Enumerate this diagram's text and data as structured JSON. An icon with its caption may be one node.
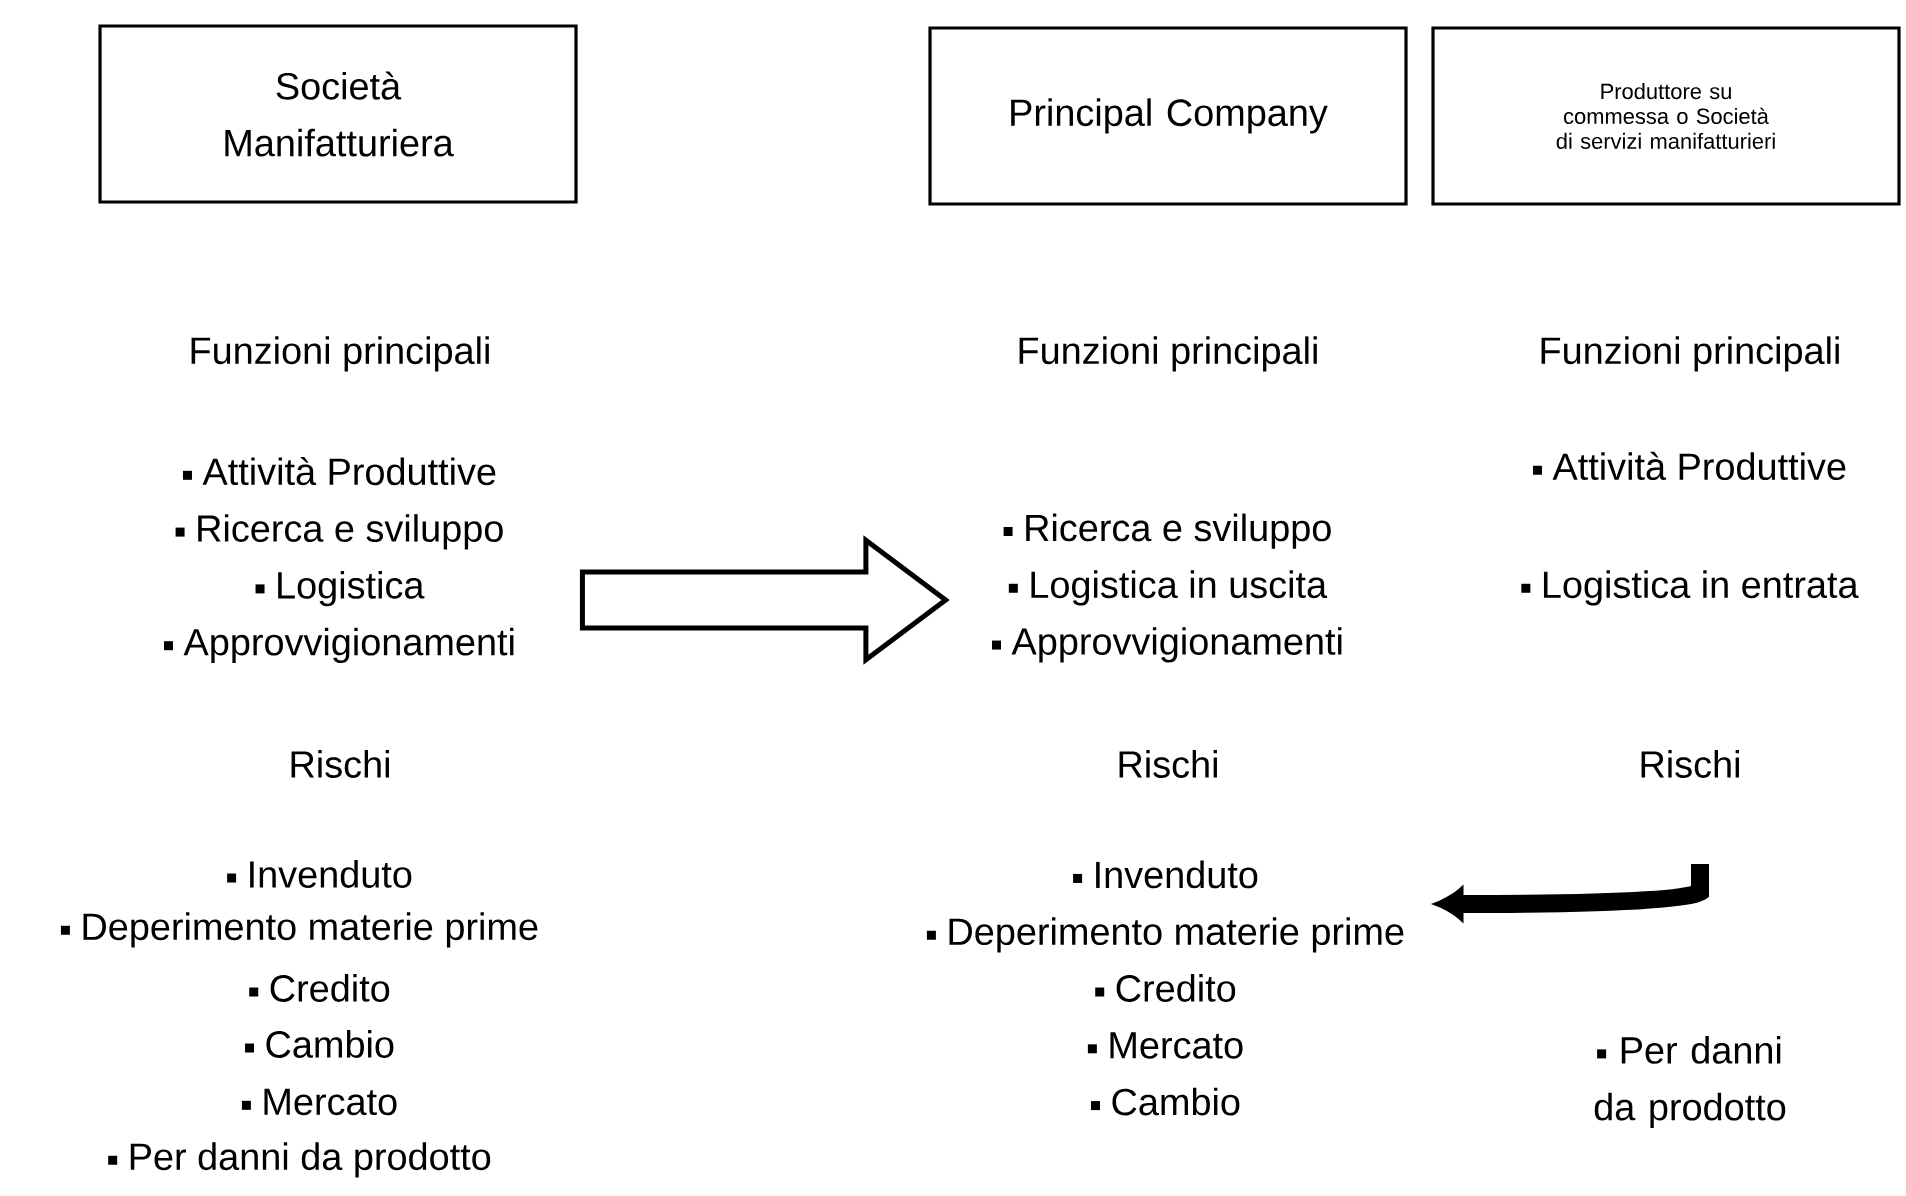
{
  "diagram": {
    "nodes": [
      {
        "text": [
          "Società Manifatturiera"
        ]
      },
      {
        "text": [
          "Principal Company"
        ]
      },
      {
        "text": [
          "Produttore su commessa o Società di servizi manifatturieri"
        ]
      },
      {
        "text": [
          "Attività Produttive",
          "Ricerca e sviluppo",
          "Logistica",
          "Approvvigionamenti"
        ]
      },
      {
        "text": [
          "Ricerca e sviluppo",
          "Logistica in uscita",
          "Approvvigionamenti"
        ]
      },
      {
        "text": [
          "Invenduto",
          "Deperimento materie prime",
          "Credito",
          "Mercato",
          "Cambio"
        ]
      },
      {
        "text": [
          "Per danni da prodotto"
        ]
      }
    ],
    "edges": [
      {
        "from": 3,
        "to": 4,
        "arrow": "to"
      },
      {
        "from": null,
        "to": 5,
        "arrow": "to"
      }
    ],
    "labels": [
      "Funzioni principali",
      "Funzioni principali",
      "Funzioni principali",
      "Attività Produttive",
      "Logistica in entrata",
      "Rischi",
      "Rischi",
      "Rischi",
      "Invenduto",
      "Deperimento materie prime",
      "Credito",
      "Cambio",
      "Mercato",
      "Per danni da prodotto"
    ]
  }
}
